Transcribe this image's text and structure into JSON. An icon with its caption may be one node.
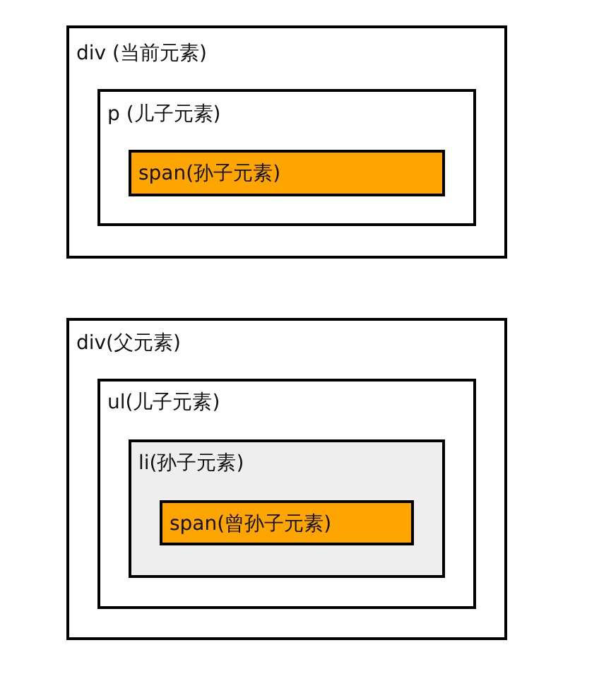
{
  "diagram": {
    "nodes": [
      {
        "text": [
          "div (当前元素)"
        ]
      },
      {
        "text": [
          "p (儿子元素)"
        ],
        "in": 0
      },
      {
        "text": [
          "span(孙子元素)"
        ],
        "in": 1
      },
      {
        "text": [
          "div(父元素)"
        ]
      },
      {
        "text": [
          "ul(儿子元素)"
        ],
        "in": 3
      },
      {
        "text": [
          "li(孙子元素)"
        ],
        "in": 4
      },
      {
        "text": [
          "span(曾孙子元素)"
        ],
        "in": 5
      }
    ]
  }
}
